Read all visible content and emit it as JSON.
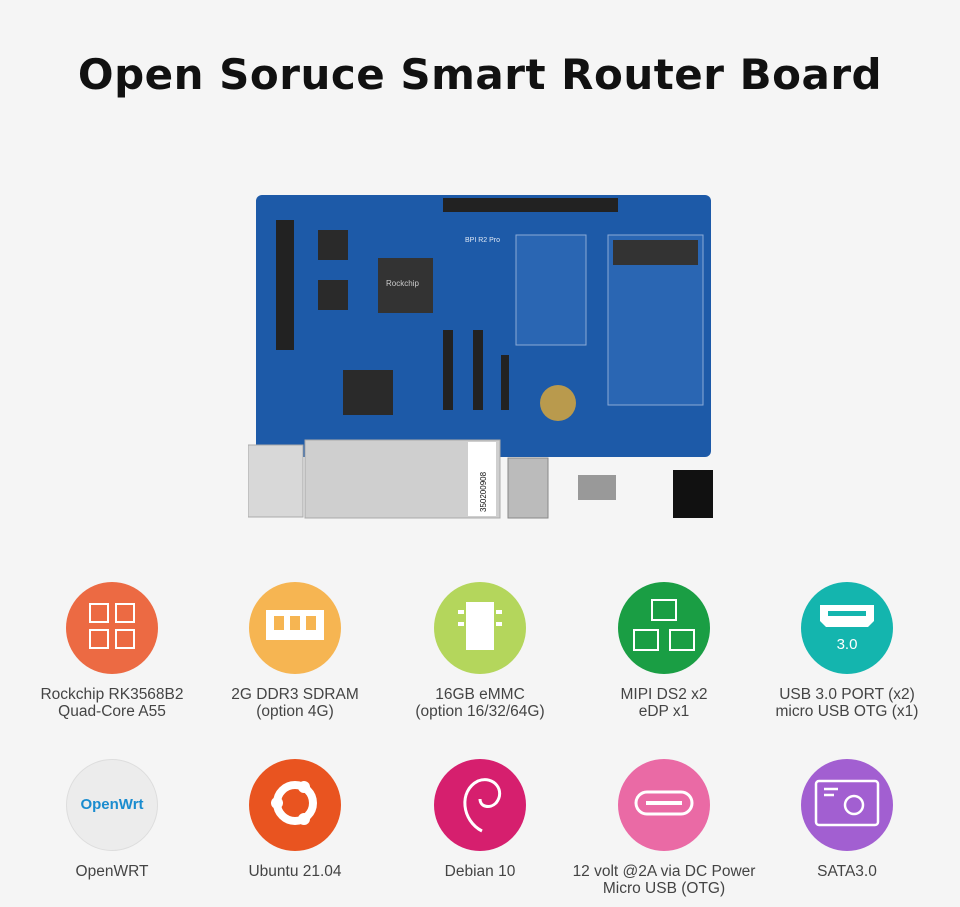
{
  "title": "Open Soruce Smart Router Board",
  "board": {
    "model": "BPI R2 Pro",
    "chip": "Rockchip",
    "barcode": "350200908"
  },
  "features": [
    {
      "icon": "cpu-icon",
      "color": "#ec6a43",
      "line1": "Rockchip RK3568B2",
      "line2": "Quad-Core A55"
    },
    {
      "icon": "ram-icon",
      "color": "#f6b552",
      "line1": "2G DDR3 SDRAM",
      "line2": "(option 4G)"
    },
    {
      "icon": "emmc-icon",
      "color": "#b4d65c",
      "line1": "16GB eMMC",
      "line2": "(option 16/32/64G)"
    },
    {
      "icon": "network-icon",
      "color": "#1a9e44",
      "line1": "MIPI DS2 x2",
      "line2": "eDP x1"
    },
    {
      "icon": "usb-icon",
      "color": "#14b5ae",
      "line1": "USB 3.0 PORT (x2)",
      "line2": "micro USB OTG (x1)",
      "badge": "3.0"
    },
    {
      "icon": "openwrt-icon",
      "color": "#ececec",
      "line1": "OpenWRT",
      "line2": "",
      "logo": "OpenWrt"
    },
    {
      "icon": "ubuntu-icon",
      "color": "#e95420",
      "line1": "Ubuntu 21.04",
      "line2": ""
    },
    {
      "icon": "debian-icon",
      "color": "#d61f6e",
      "line1": "Debian 10",
      "line2": ""
    },
    {
      "icon": "usb-c-icon",
      "color": "#ea6aa5",
      "line1": "12 volt @2A via DC Power",
      "line2": "Micro USB (OTG)"
    },
    {
      "icon": "sata-icon",
      "color": "#a25fd1",
      "line1": "SATA3.0",
      "line2": ""
    }
  ]
}
